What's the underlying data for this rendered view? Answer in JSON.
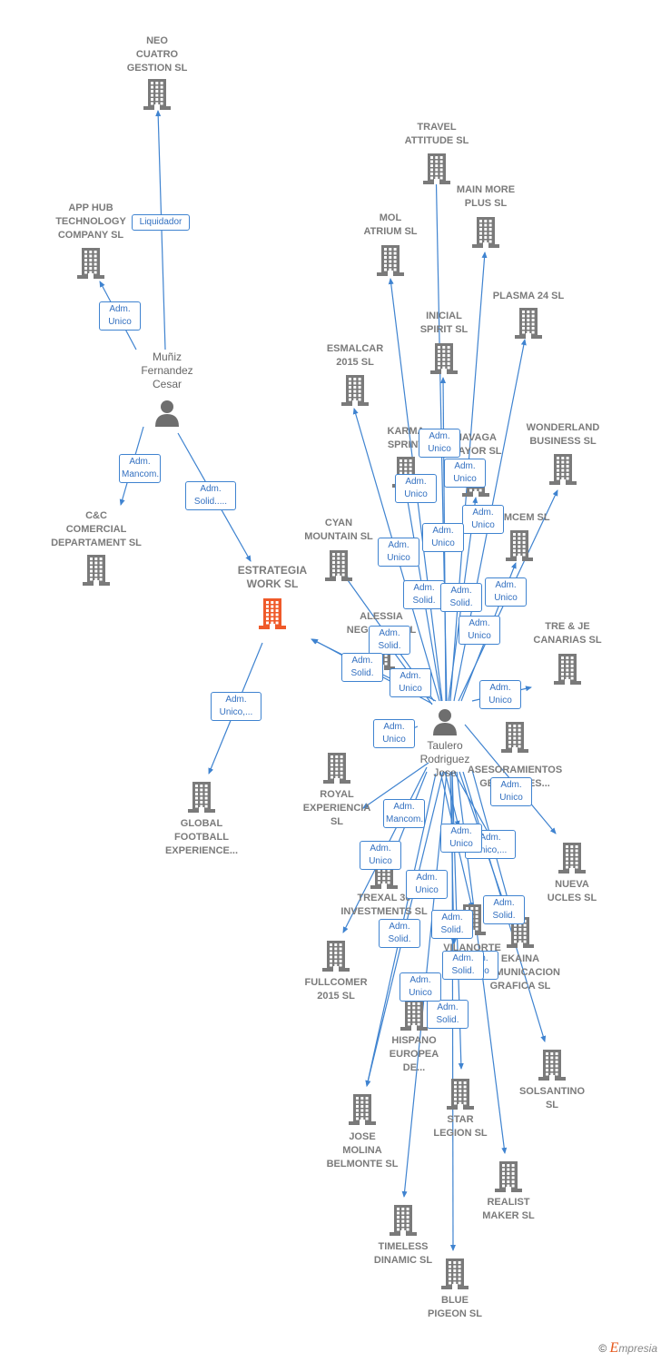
{
  "colors": {
    "edge": "#3f83d0",
    "building": "#7a7a7a",
    "center": "#ef5a2a",
    "person": "#6e6e6e"
  },
  "nodes": [
    {
      "id": "neo",
      "label": "NEO\nCUATRO\nGESTION  SL",
      "type": "company"
    },
    {
      "id": "apphub",
      "label": "APP HUB\nTECHNOLOGY\nCOMPANY  SL",
      "type": "company"
    },
    {
      "id": "munez",
      "label": "Muñiz\nFernandez\nCesar",
      "type": "person"
    },
    {
      "id": "cc",
      "label": "C&C\nCOMERCIAL\nDEPARTAMENT SL",
      "type": "company"
    },
    {
      "id": "estrategia",
      "label": "ESTRATEGIA\nWORK  SL",
      "type": "center"
    },
    {
      "id": "global",
      "label": "GLOBAL\nFOOTBALL\nEXPERIENCE...",
      "type": "company"
    },
    {
      "id": "travel",
      "label": "TRAVEL\nATTITUDE  SL",
      "type": "company"
    },
    {
      "id": "mainmore",
      "label": "MAIN MORE\nPLUS  SL",
      "type": "company"
    },
    {
      "id": "mol",
      "label": "MOL\nATRIUM  SL",
      "type": "company"
    },
    {
      "id": "plasma",
      "label": "PLASMA 24 SL",
      "type": "company"
    },
    {
      "id": "inicial",
      "label": "INICIAL\nSPIRIT  SL",
      "type": "company"
    },
    {
      "id": "esmalcar",
      "label": "ESMALCAR\n2015  SL",
      "type": "company"
    },
    {
      "id": "karma",
      "label": "KARMA\nSPRINT",
      "type": "company"
    },
    {
      "id": "navaga",
      "label": "NAVAGA\nMAYOR  SL",
      "type": "company"
    },
    {
      "id": "wonderland",
      "label": "WONDERLAND\nBUSINESS  SL",
      "type": "company"
    },
    {
      "id": "cyan",
      "label": "CYAN\nMOUNTAIN  SL",
      "type": "company"
    },
    {
      "id": "comcem",
      "label": "COMCEM  SL",
      "type": "company"
    },
    {
      "id": "alessia",
      "label": "ALESSIA\nNEGOCIOS  SL",
      "type": "company"
    },
    {
      "id": "trejecanarias",
      "label": "TRE & JE\nCANARIAS  SL",
      "type": "company"
    },
    {
      "id": "taulero",
      "label": "Taulero\nRodriguez\nJose",
      "type": "person"
    },
    {
      "id": "asesoramientos",
      "label": "ASESORAMIENTOS\nGENERALES...",
      "type": "company"
    },
    {
      "id": "royal",
      "label": "ROYAL\nEXPERIENCIA\nSL",
      "type": "company"
    },
    {
      "id": "nueva",
      "label": "NUEVA\nUCLES  SL",
      "type": "company"
    },
    {
      "id": "trexal",
      "label": "TREXAL 30\nINVESTMENTS SL",
      "type": "company"
    },
    {
      "id": "fullcomer",
      "label": "FULLCOMER\n2015  SL",
      "type": "company"
    },
    {
      "id": "vilanorte",
      "label": "VILANORTE\nPRIME  SL",
      "type": "company"
    },
    {
      "id": "ekaina",
      "label": "EKAINA\nCOMUNICACION\nGRAFICA  SL",
      "type": "company"
    },
    {
      "id": "hispano",
      "label": "HISPANO\nEUROPEA\nDE...",
      "type": "company"
    },
    {
      "id": "solsantino",
      "label": "SOLSANTINO\nSL",
      "type": "company"
    },
    {
      "id": "star",
      "label": "STAR\nLEGION  SL",
      "type": "company"
    },
    {
      "id": "jose",
      "label": "JOSE\nMOLINA\nBELMONTE  SL",
      "type": "company"
    },
    {
      "id": "realist",
      "label": "REALIST\nMAKER  SL",
      "type": "company"
    },
    {
      "id": "timeless",
      "label": "TIMELESS\nDINAMIC  SL",
      "type": "company"
    },
    {
      "id": "blue",
      "label": "BLUE\nPIGEON  SL",
      "type": "company"
    }
  ],
  "edge_labels": [
    "Liquidador",
    "Adm.\nUnico",
    "Adm.\nMancom.",
    "Adm.\nSolid.....",
    "Adm.\nUnico,...",
    "Adm.\nUnico",
    "Adm.\nUnico",
    "Adm.\nUnico",
    "Adm.\nUnico",
    "Adm.\nUnico",
    "Adm.\nUnico",
    "Adm.\nUnico",
    "Adm.\nSolid.",
    "Adm.\nSolid.",
    "Adm.\nUnico",
    "Adm.\nUnico",
    "Adm.\nSolid.",
    "Adm.\nSolid.",
    "Adm.\nUnico",
    "Adm.\nUnico",
    "Adm.\nUnico",
    "Adm.\nSolid.",
    "Adm.\nMancom.",
    "Adm.\nUnico",
    "Adm.\nUnico",
    "Adm.\nUnico,...",
    "Adm.\nUnico",
    "Adm.\nSolid.",
    "Adm.\nSolid.",
    "Adm.\nSolid.",
    "Adm.\nUnico",
    "Adm.\nUnico",
    "Adm.\nSolid."
  ],
  "footer": {
    "copyright": "©",
    "brand_initial": "E",
    "brand_rest": "mpresia"
  }
}
